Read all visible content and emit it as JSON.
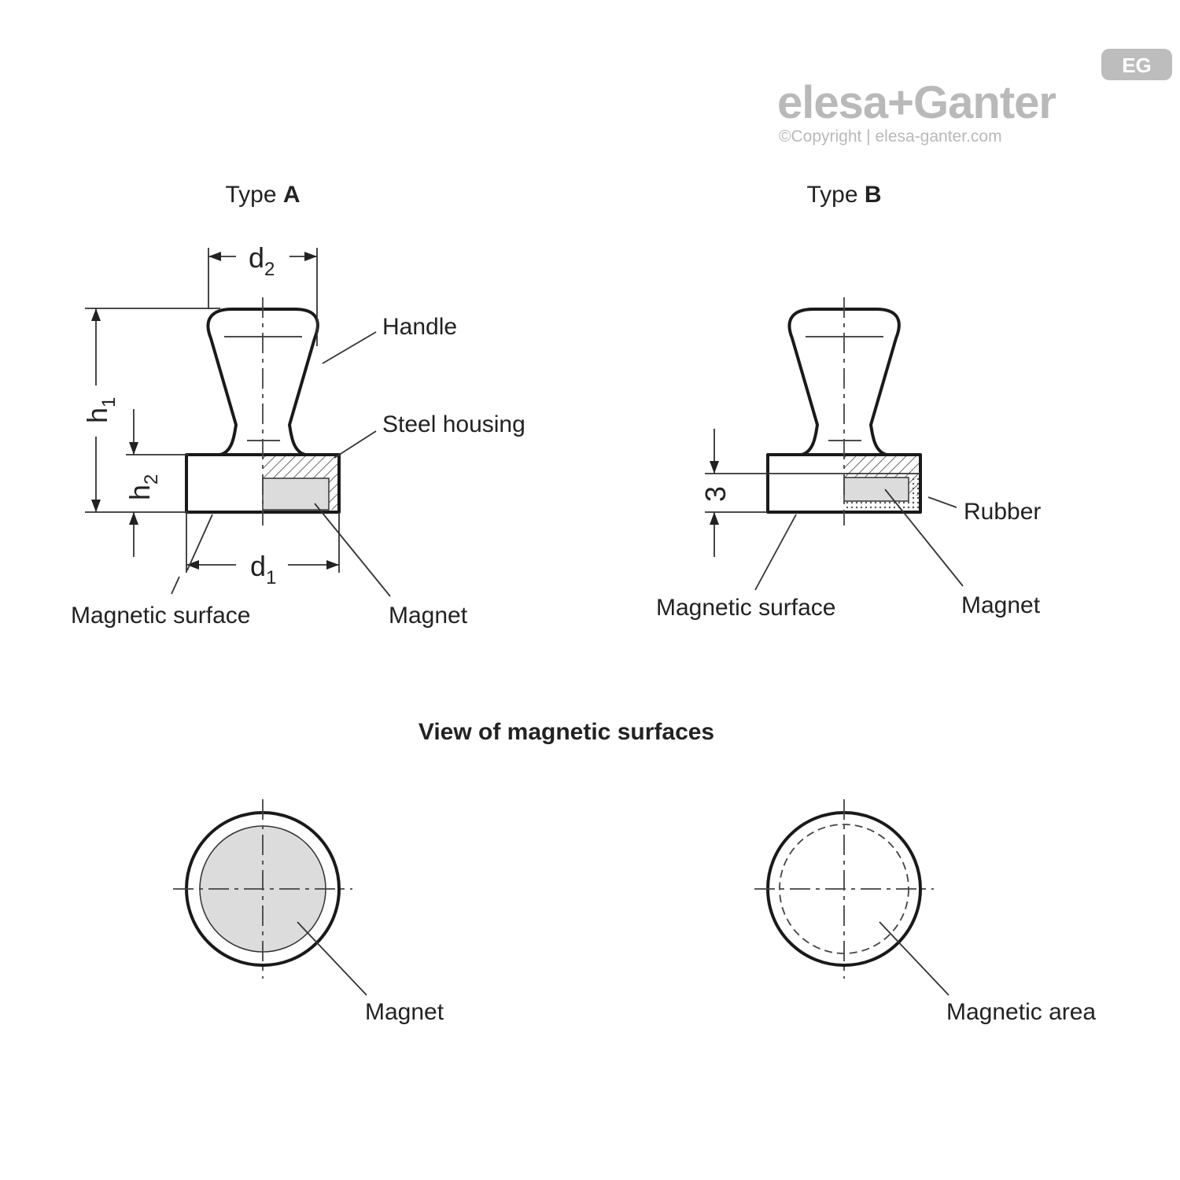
{
  "brand": {
    "logo_text": "elesa+Ganter",
    "copyright": "©Copyright | elesa-ganter.com",
    "badge_text": "EG",
    "color": "#b9b9b9"
  },
  "type_a": {
    "title_prefix": "Type ",
    "title_letter": "A",
    "labels": {
      "handle": "Handle",
      "steel_housing": "Steel housing",
      "magnetic_surface": "Magnetic surface",
      "magnet": "Magnet"
    },
    "dimensions": {
      "d2": {
        "main": "d",
        "sub": "2"
      },
      "d1": {
        "main": "d",
        "sub": "1"
      },
      "h1": {
        "main": "h",
        "sub": "1"
      },
      "h2": {
        "main": "h",
        "sub": "2"
      }
    }
  },
  "type_b": {
    "title_prefix": "Type ",
    "title_letter": "B",
    "labels": {
      "rubber": "Rubber",
      "magnetic_surface": "Magnetic surface",
      "magnet": "Magnet"
    },
    "dimensions": {
      "three": "3"
    }
  },
  "view": {
    "title": "View of magnetic surfaces",
    "left_label": "Magnet",
    "right_label": "Magnetic area"
  }
}
